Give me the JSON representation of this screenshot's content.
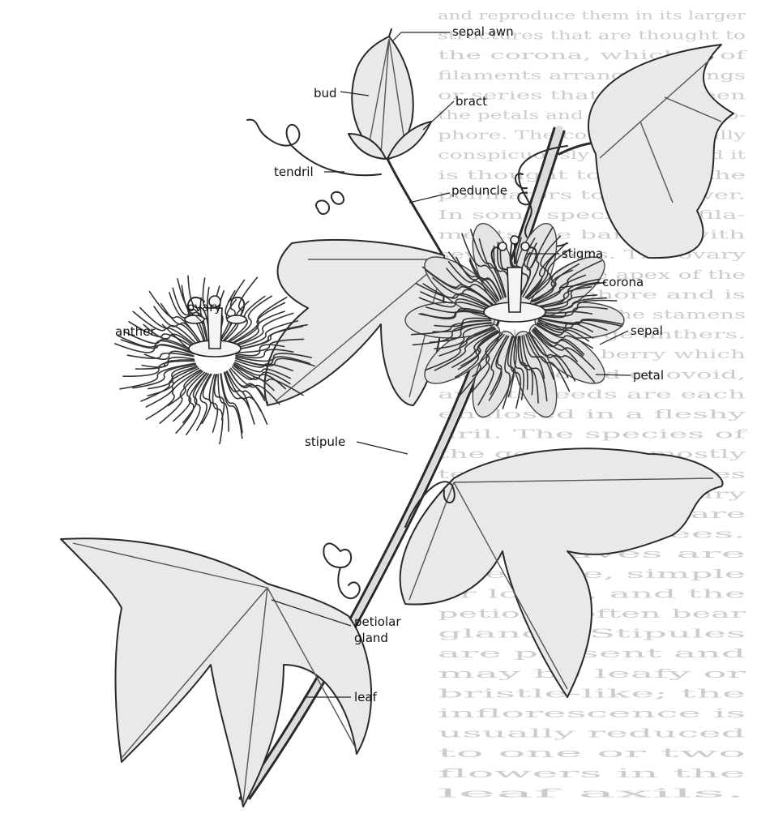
{
  "labels": {
    "sepal_awn": "sepal awn",
    "bud": "bud",
    "bract": "bract",
    "tendril": "tendril",
    "peduncle": "peduncle",
    "stigma": "stigma",
    "corona": "corona",
    "sepal": "sepal",
    "petal": "petal",
    "ovary": "ovary",
    "anther": "anther",
    "stipule": "stipule",
    "petiolar_gland_line1": "petiolar",
    "petiolar_gland_line2": "gland",
    "leaf": "leaf"
  },
  "background_text_lines": [
    "and reproduce them in its larger",
    "structures that are thought to",
    "the corona, which is of",
    "filaments arranged in rings",
    "or series that lie between",
    "the petals and the androgyno-",
    "phore. The corona is usually",
    "conspicuously colored and it",
    "is thought to attract the",
    "pollinators to the flower.",
    "In some species the fila-",
    "ments are banded with",
    "several colors. The ovary",
    "is borne at the apex of the",
    "androgynophore and is",
    "surrounded by the stamens",
    "with their large anthers.",
    "The fruit is a berry which",
    "may be round or ovoid,",
    "and its seeds are each",
    "enclosed in a fleshy",
    "aril. The species of",
    "the genus are mostly",
    "tendril-bearing vines",
    "climbing by axillary",
    "tendrils; a few are",
    "shrubs or trees.",
    "The leaves are",
    "alternate, simple",
    "or lobed, and the",
    "petioles often bear",
    "glands. Stipules",
    "are present and",
    "may be leafy or",
    "bristle-like; the",
    "inflorescence is",
    "usually reduced",
    "to one or two",
    "flowers in the",
    "leaf axils."
  ]
}
